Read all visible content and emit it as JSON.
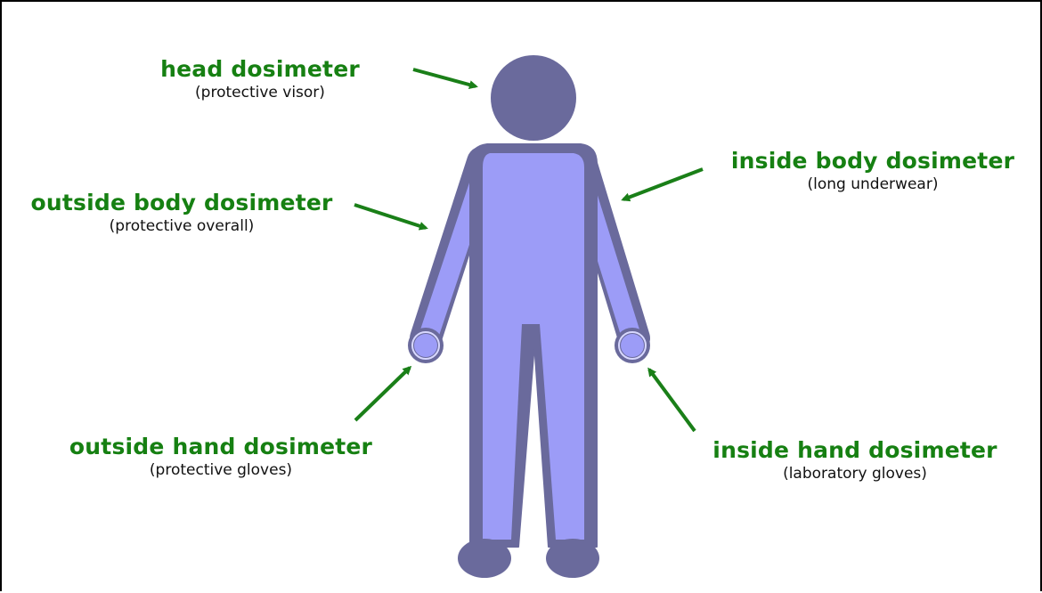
{
  "colors": {
    "label_green": "#168012",
    "arrow_green": "#1a7f18",
    "figure_outline": "#6a6a9c",
    "figure_fill": "#9c9cf7",
    "head_fill": "#6a6a9c",
    "hand_ring_light": "#d8d8ff",
    "border": "#000000"
  },
  "labels": {
    "head": {
      "title": "head dosimeter",
      "sub": "(protective visor)"
    },
    "outside_body": {
      "title": "outside body dosimeter",
      "sub": "(protective overall)"
    },
    "inside_body": {
      "title": "inside body dosimeter",
      "sub": "(long underwear)"
    },
    "outside_hand": {
      "title": "outside hand dosimeter",
      "sub": "(protective gloves)"
    },
    "inside_hand": {
      "title": "inside hand dosimeter",
      "sub": "(laboratory gloves)"
    }
  }
}
